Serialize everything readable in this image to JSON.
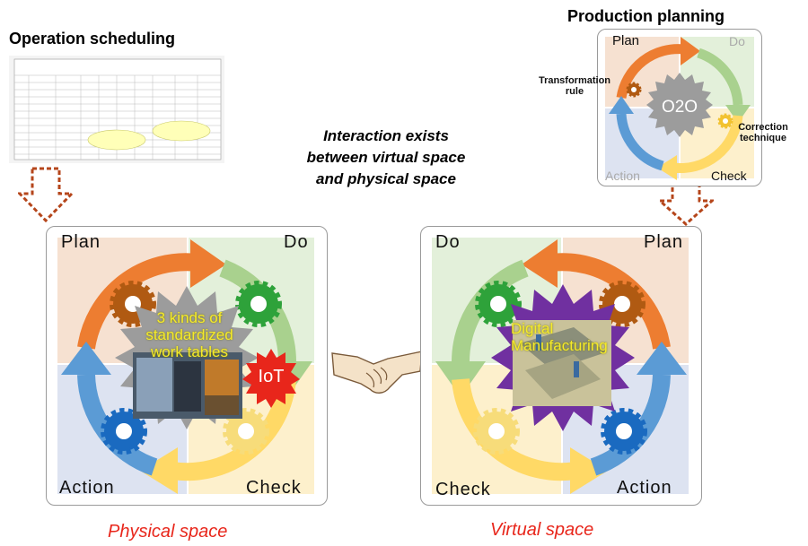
{
  "titles": {
    "operation_scheduling": "Operation scheduling",
    "production_planning": "Production planning"
  },
  "interaction_text": [
    "Interaction exists",
    "between virtual space",
    "and physical space"
  ],
  "physical": {
    "label": "Physical space",
    "corners": {
      "plan": "Plan",
      "do": "Do",
      "check": "Check",
      "action": "Action"
    },
    "center_text": [
      "3 kinds of",
      "standardized",
      "work tables"
    ],
    "iot_label": "IoT"
  },
  "virtual": {
    "label": "Virtual space",
    "corners": {
      "plan": "Plan",
      "do": "Do",
      "check": "Check",
      "action": "Action"
    },
    "center_text": [
      "Digital",
      "Manufacturing"
    ]
  },
  "production_planning": {
    "corners": {
      "plan": "Plan",
      "do": "Do",
      "check": "Check",
      "action": "Action"
    },
    "center": "O2O",
    "transformation_rule": [
      "Transformation",
      "rule"
    ],
    "correction_technique": [
      "Correction",
      "technique"
    ]
  },
  "colors": {
    "plan": "#f6e1d1",
    "do": "#e3f0da",
    "check": "#fdf0cc",
    "action": "#dde3f1",
    "orange_arrow": "#ed7d31",
    "green_arrow": "#a9d18e",
    "yellow_arrow": "#ffd966",
    "blue_arrow": "#5b9bd5",
    "red_label": "#e8261b"
  }
}
